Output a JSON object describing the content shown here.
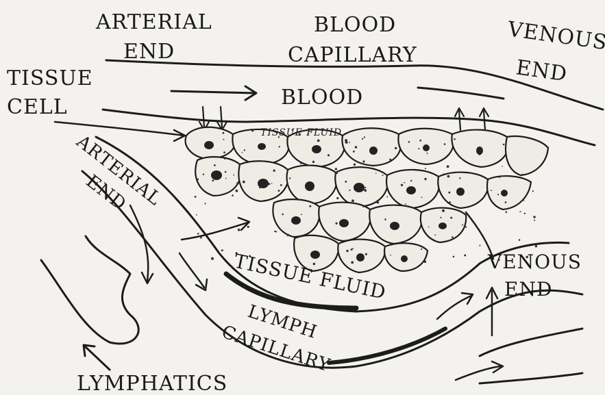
{
  "labels": {
    "arterial_end_top_1": "ARTERIAL",
    "arterial_end_top_2": "END",
    "blood_capillary_1": "BLOOD",
    "blood_capillary_2": "CAPILLARY",
    "venous_end_top_1": "VENOUS",
    "venous_end_top_2": "END",
    "tissue_cell_1": "TISSUE",
    "tissue_cell_2": "CELL",
    "blood": "BLOOD",
    "tissue_fluid_small": "TISSUE FLUID",
    "arterial_end_side_1": "ARTERIAL",
    "arterial_end_side_2": "END",
    "tissue_fluid": "TISSUE FLUID",
    "venous_end_bottom_1": "VENOUS",
    "venous_end_bottom_2": "END",
    "lymph_capillary_1": "LYMPH",
    "lymph_capillary_2": "CAPILLARY",
    "lymphatics": "LYMPHATICS"
  },
  "colors": {
    "ink": "#1c1c1c",
    "paper": "#f4f2ee"
  }
}
